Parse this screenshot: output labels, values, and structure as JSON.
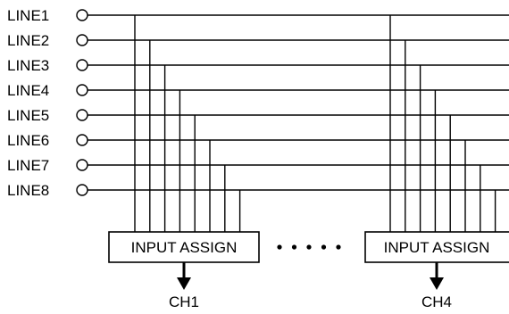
{
  "lines": [
    {
      "label": "LINE1"
    },
    {
      "label": "LINE2"
    },
    {
      "label": "LINE3"
    },
    {
      "label": "LINE4"
    },
    {
      "label": "LINE5"
    },
    {
      "label": "LINE6"
    },
    {
      "label": "LINE7"
    },
    {
      "label": "LINE8"
    }
  ],
  "assign_blocks": [
    {
      "label": "INPUT ASSIGN",
      "channel": "CH1"
    },
    {
      "label": "INPUT ASSIGN",
      "channel": "CH4"
    }
  ],
  "ellipsis_dot_count": 5
}
